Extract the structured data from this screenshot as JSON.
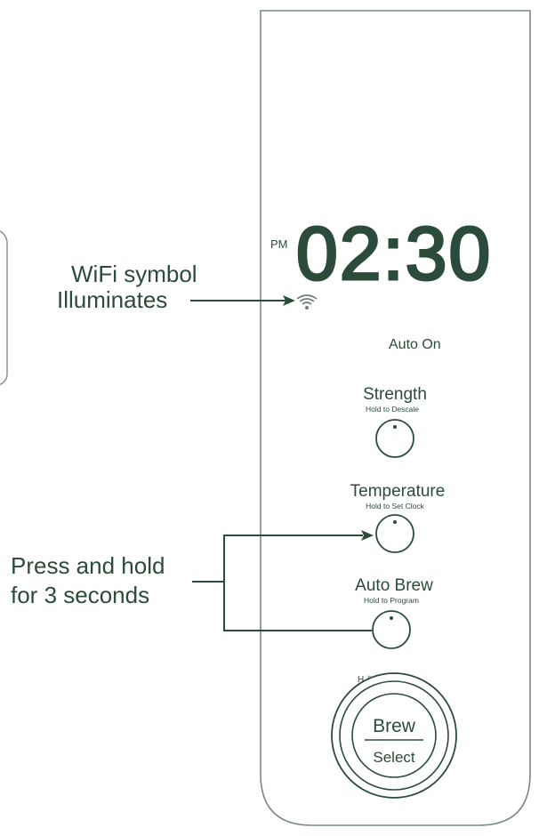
{
  "display": {
    "meridiem": "PM",
    "time": "02:30",
    "auto_on": "Auto On"
  },
  "callouts": {
    "wifi_line1": "WiFi symbol",
    "wifi_line2": "Illuminates",
    "press_line1": "Press and hold",
    "press_line2": "for 3 seconds"
  },
  "buttons": [
    {
      "label": "Strength",
      "sublabel": "Hold to Descale"
    },
    {
      "label": "Temperature",
      "sublabel": "Hold to Set Clock"
    },
    {
      "label": "Auto Brew",
      "sublabel": "Hold to Program"
    }
  ],
  "brew_dial": {
    "top": "Brew",
    "bottom": "Select",
    "size_marks": "H  ⚐  toCan  cᵈ"
  },
  "colors": {
    "ink": "#2b4b3b",
    "panel_stroke": "#7a8a80"
  }
}
